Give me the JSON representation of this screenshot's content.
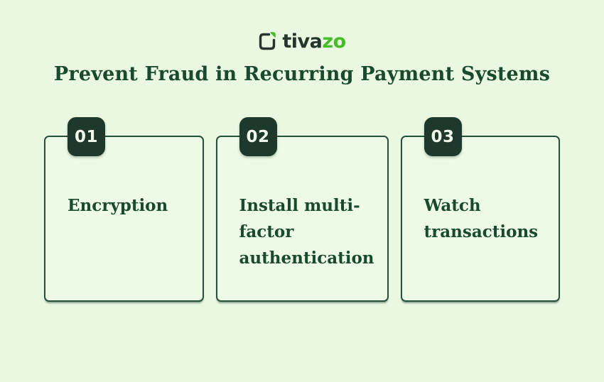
{
  "brand": {
    "icon": "tivazo-logo-icon",
    "name_prefix": "tiva",
    "name_suffix": "zo"
  },
  "title": "Prevent Fraud in Recurring Payment Systems",
  "cards": [
    {
      "number": "01",
      "label": "Encryption"
    },
    {
      "number": "02",
      "label": "Install multi-factor authentication"
    },
    {
      "number": "03",
      "label": "Watch transactions"
    }
  ],
  "colors": {
    "background": "#eaf8e2",
    "text_dark_green": "#1a4a2e",
    "card_border": "#26503a",
    "badge_background": "#1d392b",
    "badge_text": "#f2f9ec",
    "logo_dark": "#26352e",
    "logo_green": "#46bc28"
  }
}
